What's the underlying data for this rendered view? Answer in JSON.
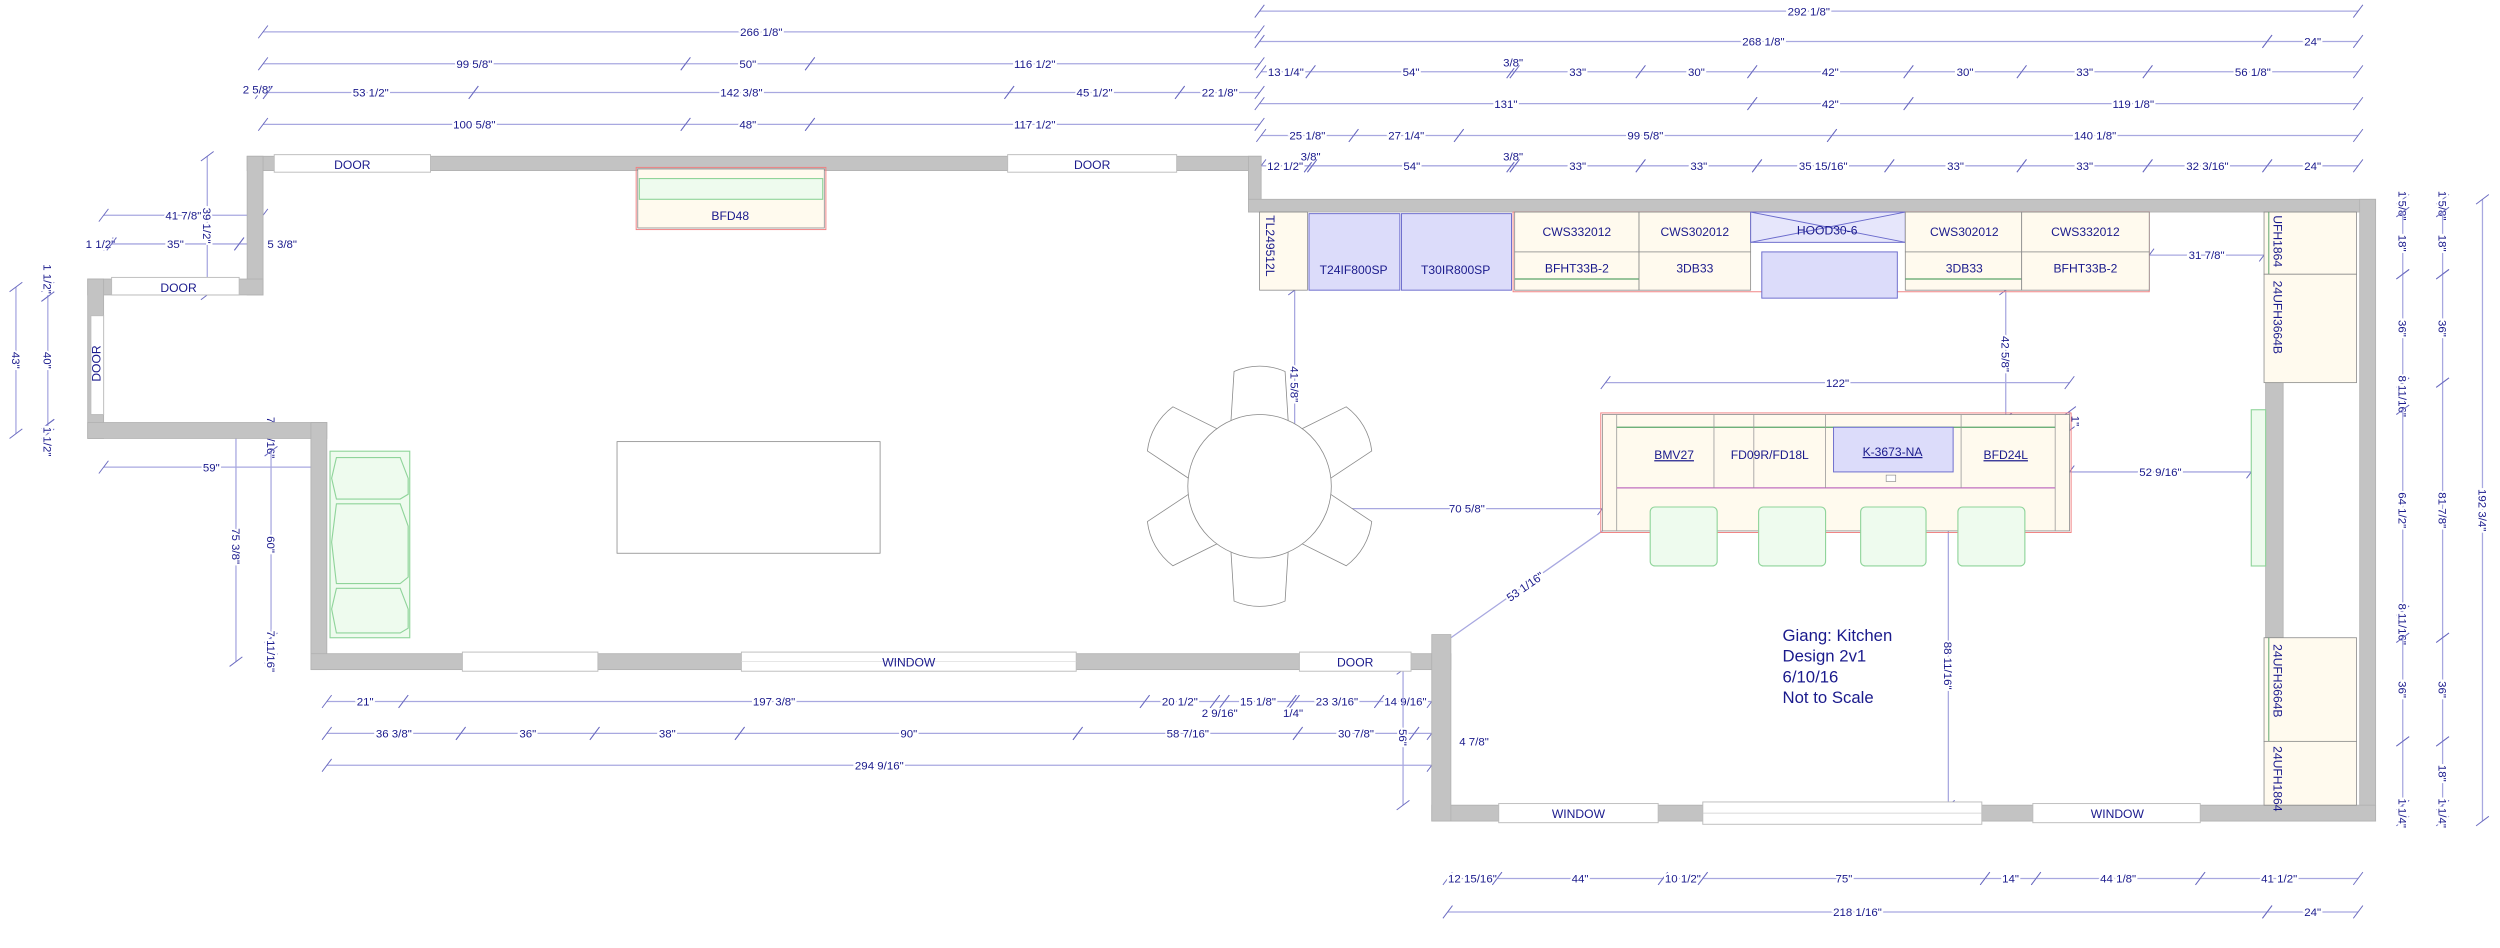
{
  "openings": {
    "door": "DOOR",
    "window": "WINDOW"
  },
  "cabinets": {
    "tall_left": "TL249512L",
    "fridge_1": "T24IF800SP",
    "fridge_2": "T30IR800SP",
    "upper_1": "CWS332012",
    "upper_2": "CWS302012",
    "hood": "HOOD30-6",
    "upper_3": "CWS302012",
    "upper_4": "CWS332012",
    "base_1": "BFHT33B-2",
    "base_2": "3DB33",
    "base_3": "3DB33",
    "base_4": "BFHT33B-2",
    "pantry_top_1": "UFH1864",
    "pantry_top_2": "24UFH3664B",
    "pantry_bottom_1": "24UFH3664B",
    "pantry_bottom_2": "24UFH1864",
    "island_1": "BMV27",
    "island_2": "FD09R/FD18L",
    "island_sink": "K-3673-NA",
    "island_3": "BFD24L",
    "buffet": "BFD48"
  },
  "annotation": {
    "line1": "Giang: Kitchen",
    "line2": "Design 2v1",
    "line3": "6/10/16",
    "line4": "Not to Scale"
  },
  "dims": {
    "top_left": [
      [
        "266 1/8\""
      ],
      [
        "99 5/8\"",
        "50\"",
        "116 1/2\""
      ],
      [
        "2 5/8\"",
        "53 1/2\"",
        "142 3/8\"",
        "45 1/2\"",
        "22 1/8\""
      ],
      [
        "100 5/8\"",
        "48\"",
        "117 1/2\""
      ]
    ],
    "top_right": [
      [
        "292 1/8\""
      ],
      [
        "268 1/8\"",
        "24\""
      ],
      [
        "13 1/4\"",
        "54\"",
        "3/8\"",
        "33\"",
        "30\"",
        "42\"",
        "30\"",
        "33\"",
        "56 1/8\""
      ],
      [
        "131\"",
        "42\"",
        "119 1/8\""
      ],
      [
        "25 1/8\"",
        "27 1/4\"",
        "99 5/8\"",
        "140 1/8\""
      ],
      [
        "12 1/2\"",
        "3/8\"",
        "54\"",
        "3/8\"",
        "33\"",
        "33\"",
        "35 15/16\"",
        "33\"",
        "33\"",
        "32 3/16\"",
        "24\""
      ]
    ],
    "left": {
      "w41": "41 7/8\"",
      "w35": "35\"",
      "w1_5": "1 1/2\"",
      "w5": "5 3/8\"",
      "h39": "39 1/2\"",
      "h43": "43\"",
      "h1a": "1 1/2\"",
      "h40": "40\"",
      "h1b": "1 1/2\"",
      "w59": "59\"",
      "h75": "75 3/8\"",
      "h7a": "7 11/16\"",
      "h60": "60\"",
      "h7b": "7 11/16\""
    },
    "bottom_left": [
      [
        "21\"",
        "197 3/8\"",
        "20 1/2\"",
        "2 9/16\"",
        "15 1/8\"",
        "1/4\"",
        "23 3/16\"",
        "14 9/16\""
      ],
      [
        "36 3/8\"",
        "36\"",
        "38\"",
        "90\"",
        "58 7/16\"",
        "30 7/8\"",
        "4 7/8\""
      ],
      [
        "294 9/16\""
      ],
      [
        "56\""
      ]
    ],
    "bottom_right": [
      [
        "12 15/16\"",
        "44\"",
        "10 1/2\"",
        "75\"",
        "14\"",
        "44 1/8\"",
        "41 1/2\""
      ],
      [
        "218 1/16\"",
        "24\""
      ]
    ],
    "right": [
      [
        "1 5/8\"",
        "18\"",
        "36\"",
        "8 11/16\"",
        "64 1/2\"",
        "8 11/16\"",
        "36\"",
        "1 1/4\""
      ],
      [
        "1 5/8\"",
        "18\"",
        "36\"",
        "81 7/8\"",
        "36\"",
        "18\"",
        "1 1/4\""
      ],
      [
        "192 3/4\""
      ]
    ],
    "interior": {
      "table_to_tall": "41 5/8\"",
      "island_to_base": "42 5/8\"",
      "island_len": "122\"",
      "island_end": "1\"",
      "base_to_pantry": "31 7/8\"",
      "island_to_wall": "52 9/16\"",
      "table_to_island": "70 5/8\"",
      "diag": "53 1/16\"",
      "island_to_window": "88 11/16\""
    }
  }
}
